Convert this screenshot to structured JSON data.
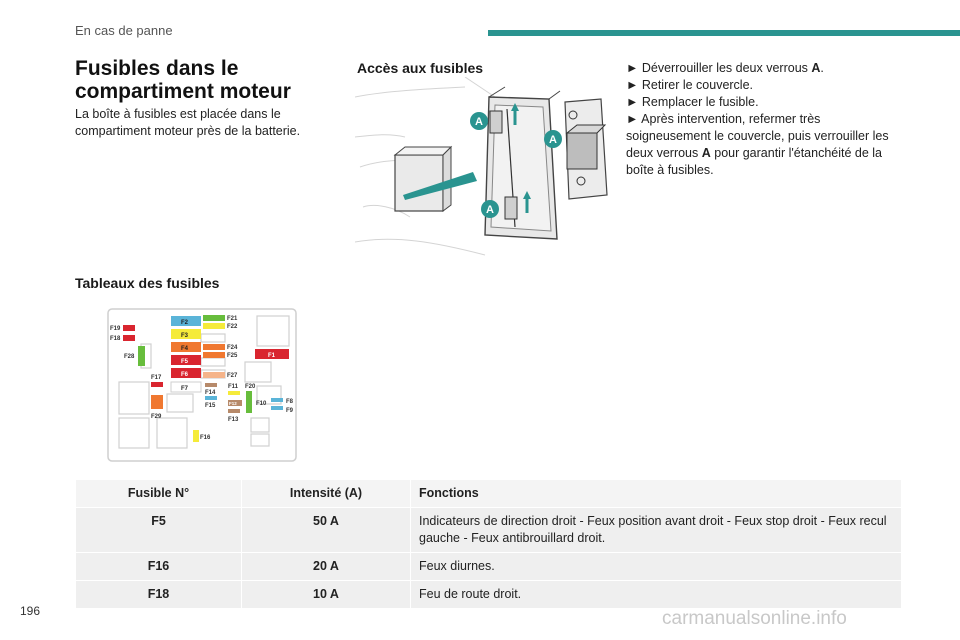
{
  "header": {
    "section": "En cas de panne",
    "bar_color": "#2a9490"
  },
  "main": {
    "title": "Fusibles dans le compartiment moteur",
    "intro": "La boîte à fusibles est placée dans le compartiment moteur près de la batterie."
  },
  "access": {
    "title": "Accès aux fusibles",
    "callout_label": "A",
    "steps": [
      {
        "bullet": "►",
        "before": "Déverrouiller les deux verrous ",
        "bold": "A",
        "after": "."
      },
      {
        "bullet": "►",
        "before": "Retirer le couvercle.",
        "bold": "",
        "after": ""
      },
      {
        "bullet": "►",
        "before": "Remplacer le fusible.",
        "bold": "",
        "after": ""
      },
      {
        "bullet": "►",
        "before": "Après intervention, refermer très soigneusement le couvercle, puis verrouiller les deux verrous ",
        "bold": "A",
        "after": " pour garantir l'étanchéité de la boîte à fusibles."
      }
    ]
  },
  "tables": {
    "title": "Tableaux des fusibles",
    "fuse_labels": {
      "F19": "F19",
      "F18": "F18",
      "F28": "F28",
      "F2": "F2",
      "F3": "F3",
      "F4": "F4",
      "F5": "F5",
      "F6": "F6",
      "F7": "F7",
      "F17": "F17",
      "F29": "F29",
      "F21": "F21",
      "F22": "F22",
      "F24": "F24",
      "F25": "F25",
      "F27": "F27",
      "F14": "F14",
      "F15": "F15",
      "F11": "F11",
      "F20": "F20",
      "F12": "F12",
      "F13": "F13",
      "F10": "F10",
      "F8": "F8",
      "F9": "F9",
      "F16": "F16",
      "F1": "F1"
    }
  },
  "fuse_table": {
    "headers": [
      "Fusible N°",
      "Intensité (A)",
      "Fonctions"
    ],
    "rows": [
      [
        "F5",
        "50 A",
        "Indicateurs de direction droit - Feux position avant droit - Feux stop droit - Feux recul gauche - Feux antibrouillard droit."
      ],
      [
        "F16",
        "20 A",
        "Feux diurnes."
      ],
      [
        "F18",
        "10 A",
        "Feu de route droit."
      ]
    ]
  },
  "footer": {
    "page_number": "196",
    "watermark": "carmanualsonline.info"
  },
  "colors": {
    "teal": "#2a9490",
    "red": "#d9252f",
    "orange": "#f07830",
    "yellow": "#f5eb3a",
    "green": "#67bd3c",
    "blue": "#5ab4d8",
    "brown": "#b78a6a",
    "peach": "#f5b48a"
  }
}
